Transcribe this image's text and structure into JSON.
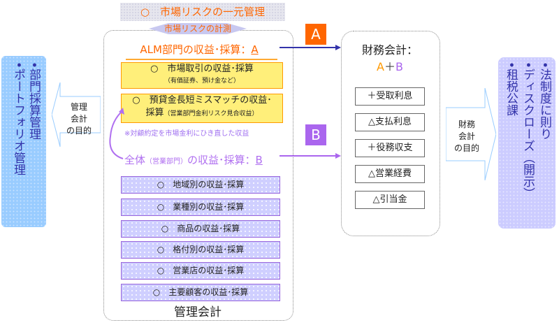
{
  "banner": "○　市場リスクの一元管理",
  "management": {
    "measure_tag": "市場リスクの計測",
    "alm_title": "ALM部門の収益･採算：",
    "alm_letter": "A",
    "alm_boxes": [
      {
        "main": "○　市場取引の収益･採算",
        "sub": "（有価証券、預け金など）"
      },
      {
        "main": "○　預貸金長短ミスマッチの収益･",
        "main2": "採算",
        "sub": "（営業部門金利リスク見合収益）"
      }
    ],
    "note": "※対顧約定を市場金利にひき直した収益",
    "overall_title": "全体",
    "overall_paren": "（営業部門）",
    "overall_rest": "の収益･採算：",
    "overall_letter": "B",
    "breakdown": [
      "○　地域別の収益･採算",
      "○　業種別の収益･採算",
      "○　商品の収益･採算",
      "○　格付別の収益･採算",
      "○　営業店の収益･採算",
      "○　主要顧客の収益･採算"
    ],
    "footer": "管理会計"
  },
  "left": {
    "panel_items": [
      "•部門採算管理",
      "•ポートフォリオ管理"
    ],
    "arrow_label": [
      "管理",
      "会計",
      "の目的"
    ]
  },
  "badges": {
    "a": "A",
    "b": "B"
  },
  "financial": {
    "title": "財務会計：",
    "formula_a": "A",
    "formula_op": "＋",
    "formula_b": "B",
    "items": [
      "＋受取利息",
      "△支払利息",
      "＋役務収支",
      "△営業経費",
      "△引当金"
    ]
  },
  "right": {
    "arrow_label": [
      "財務",
      "会計",
      "の目的"
    ],
    "panel_items": [
      "•法制度に則り",
      "•ディスクローズ（開示）",
      "•租税公課"
    ]
  },
  "colors": {
    "orange": "#ff6600",
    "purple": "#aa66ee",
    "navy": "#3333aa"
  }
}
